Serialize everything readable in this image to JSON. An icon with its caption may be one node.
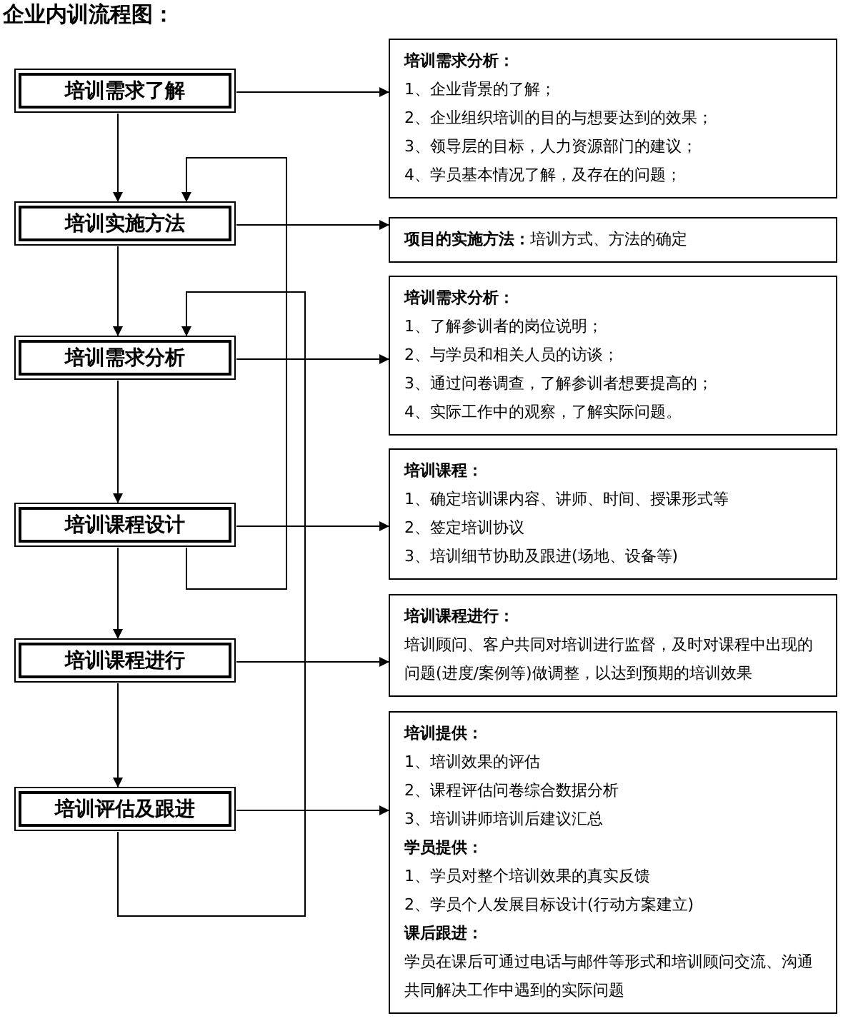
{
  "diagram": {
    "title": "企业内训流程图：",
    "nodes": [
      {
        "text": [
          "培训需求了解"
        ]
      },
      {
        "text": [
          "培训实施方法"
        ]
      },
      {
        "text": [
          "培训需求分析"
        ]
      },
      {
        "text": [
          "培训课程设计"
        ]
      },
      {
        "text": [
          "培训课程进行"
        ]
      },
      {
        "text": [
          "培训评估及跟进"
        ]
      },
      {
        "text": [
          "培训需求分析：",
          "1、企业背景的了解；",
          "2、企业组织培训的目的与想要达到的效果；",
          "3、领导层的目标，人力资源部门的建议；",
          "4、学员基本情况了解，及存在的问题；"
        ]
      },
      {
        "text": [
          "**项目的实施方法：**培训方式、方法的确定"
        ]
      },
      {
        "text": [
          "培训需求分析：",
          "1、了解参训者的岗位说明；",
          "2、与学员和相关人员的访谈；",
          "3、通过问卷调查，了解参训者想要提高的；",
          "4、实际工作中的观察，了解实际问题。"
        ]
      },
      {
        "text": [
          "培训课程：",
          "1、确定培训课内容、讲师、时间、授课形式等",
          "2、签定培训协议",
          "3、培训细节协助及跟进(场地、设备等)"
        ]
      },
      {
        "text": [
          "培训课程进行：",
          "培训顾问、客户共同对培训进行监督，及时对课程中出现的问题(进度/案例等)做调整，以达到预期的培训效果"
        ]
      },
      {
        "text": [
          "培训提供：",
          "1、培训效果的评估",
          "2、课程评估问卷综合数据分析",
          "3、培训讲师培训后建议汇总",
          "学员提供：",
          "1、学员对整个培训效果的真实反馈",
          "2、学员个人发展目标设计(行动方案建立)",
          "课后跟进：",
          "学员在课后可通过电话与邮件等形式和培训顾问交流、沟通共同解决工作中遇到的实际问题"
        ]
      }
    ],
    "edges": [
      {
        "from": 0,
        "to": 1,
        "arrow": "to"
      },
      {
        "from": 1,
        "to": 2,
        "arrow": "to"
      },
      {
        "from": 2,
        "to": 3,
        "arrow": "to"
      },
      {
        "from": 3,
        "to": 4,
        "arrow": "to"
      },
      {
        "from": 4,
        "to": 5,
        "arrow": "to"
      },
      {
        "from": 3,
        "to": 1,
        "arrow": "to"
      },
      {
        "from": 5,
        "to": 2,
        "arrow": "to"
      },
      {
        "from": 0,
        "to": 6,
        "arrow": "to"
      },
      {
        "from": 1,
        "to": 7,
        "arrow": "to"
      },
      {
        "from": 2,
        "to": 8,
        "arrow": "to"
      },
      {
        "from": 3,
        "to": 9,
        "arrow": "to"
      },
      {
        "from": 4,
        "to": 10,
        "arrow": "to"
      },
      {
        "from": 5,
        "to": 11,
        "arrow": "to"
      }
    ]
  }
}
